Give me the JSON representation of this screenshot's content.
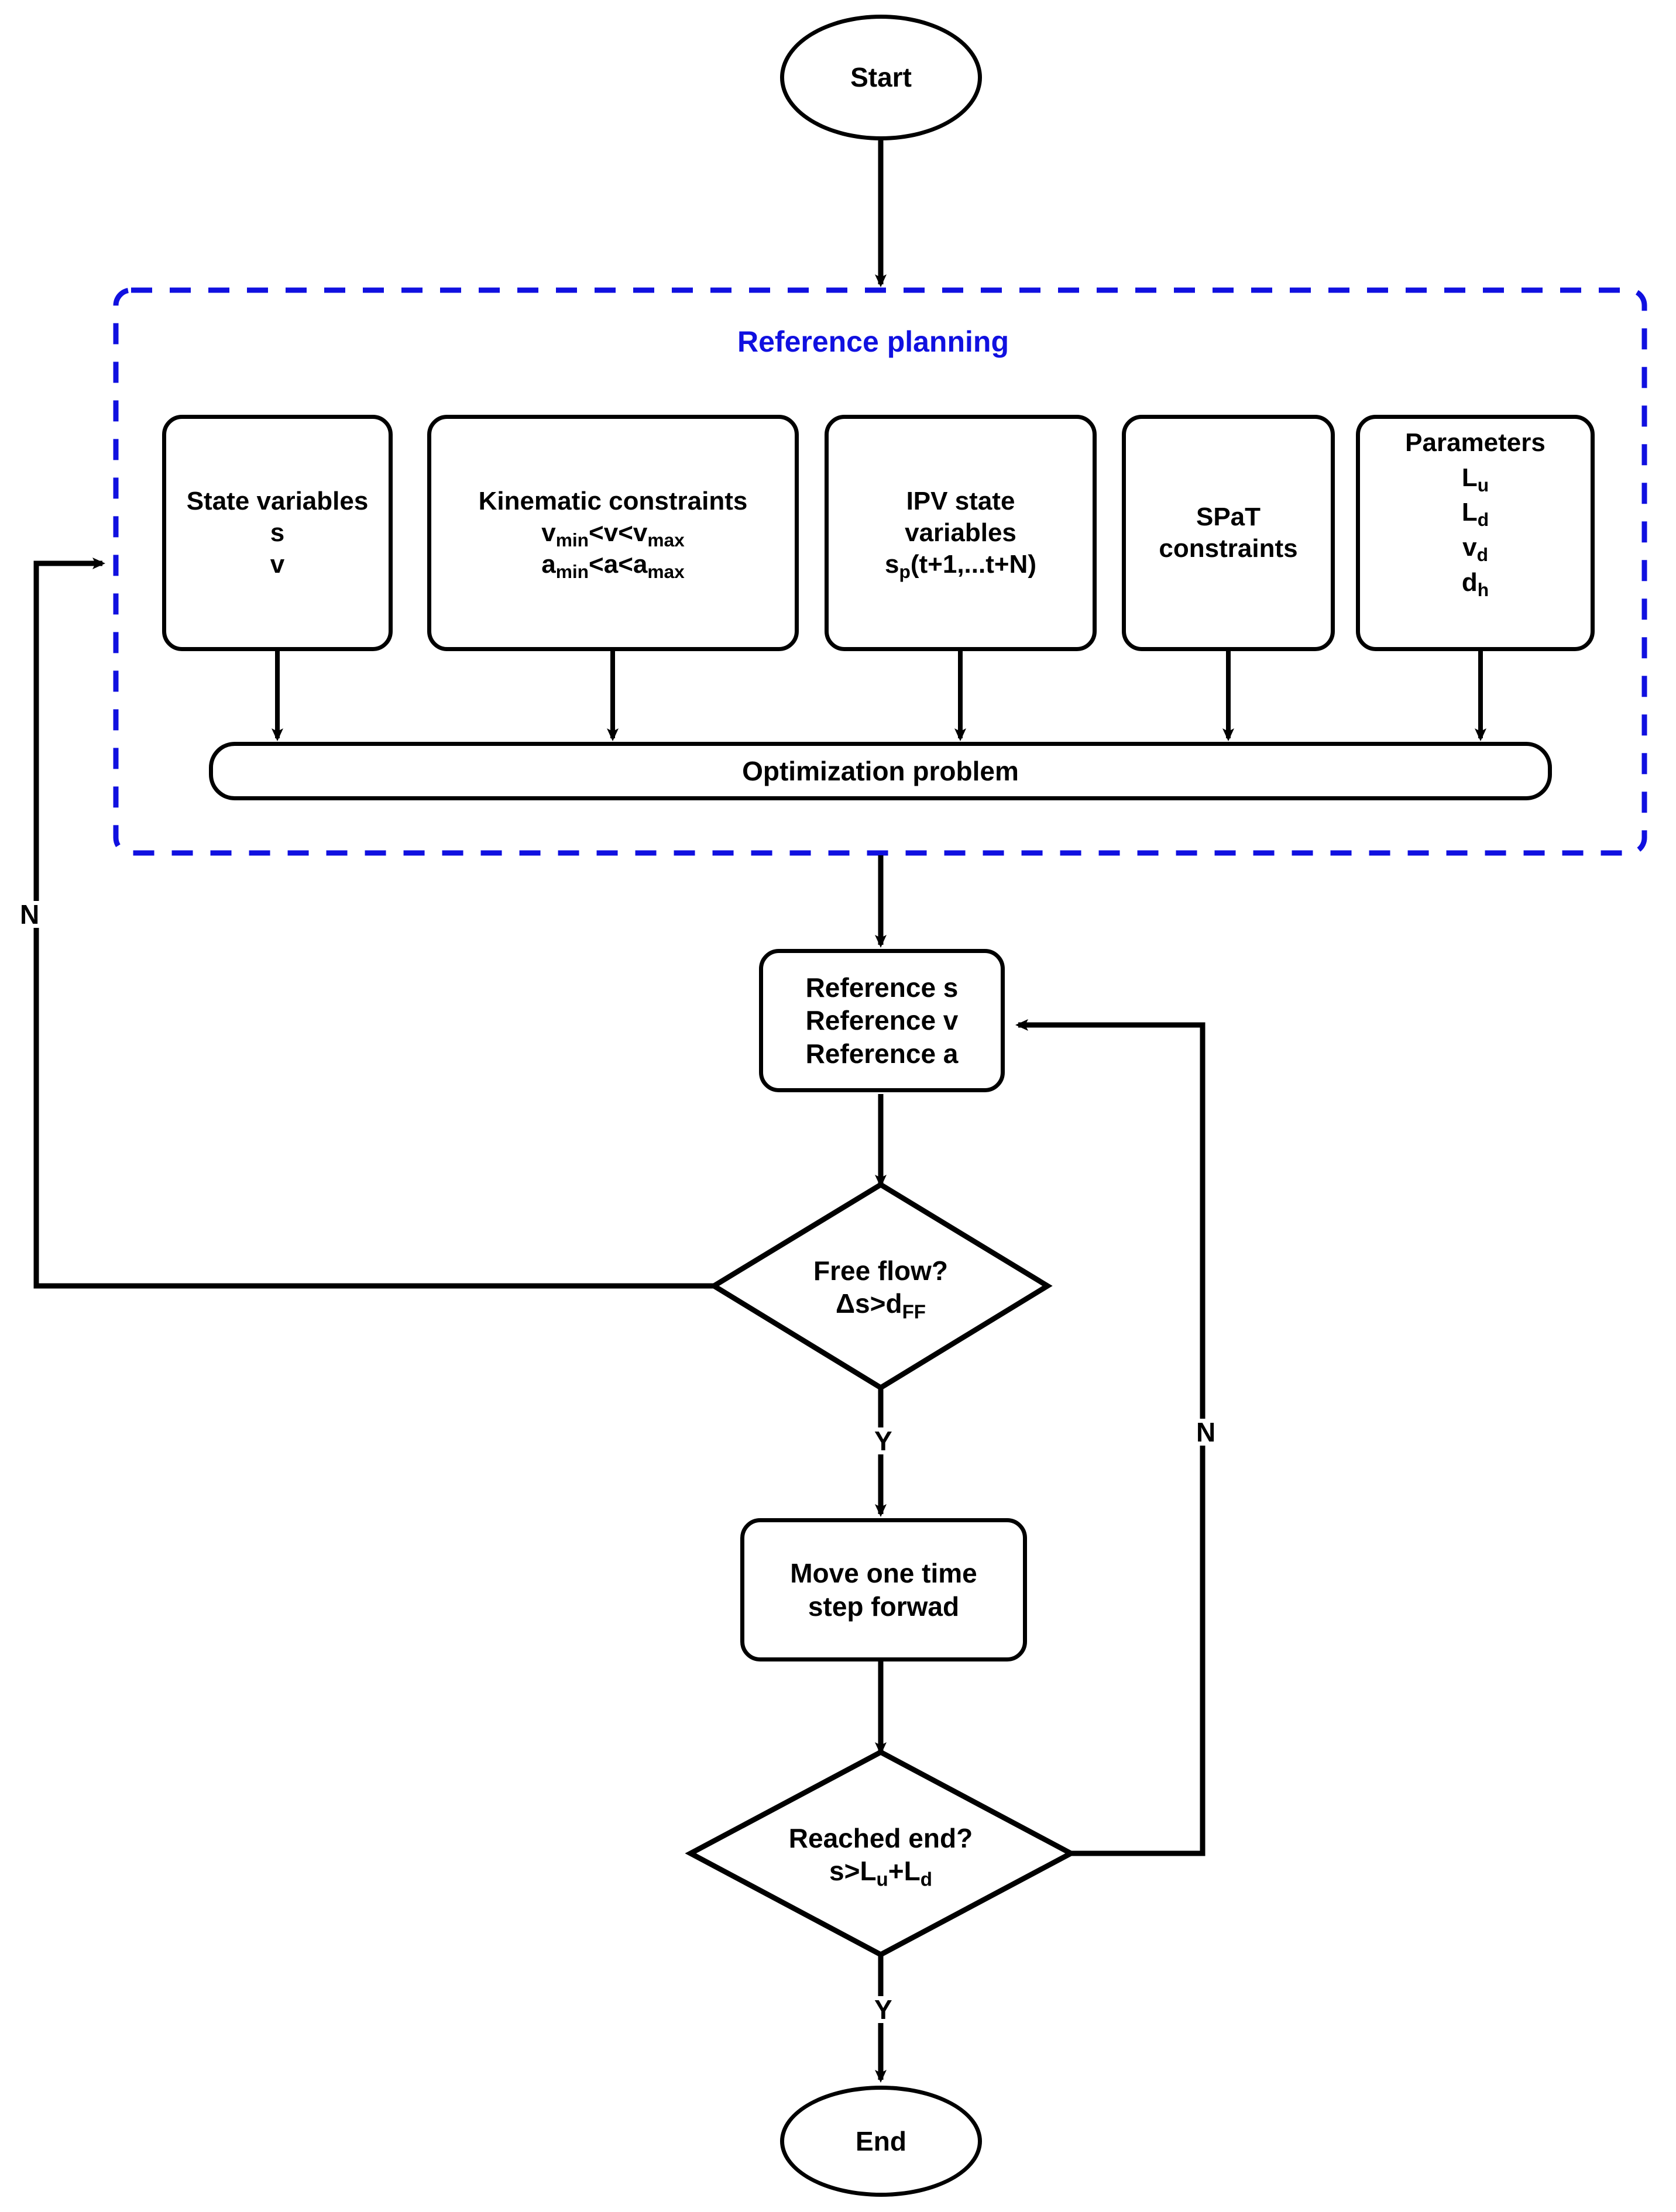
{
  "diagram": {
    "title": "Reference planning flowchart",
    "type": "flowchart",
    "colors": {
      "stroke": "#000000",
      "background": "#ffffff",
      "group_accent": "#1010E0"
    },
    "group": {
      "label": "Reference planning",
      "border_style": "dashed",
      "border_color": "#1010E0"
    },
    "nodes": {
      "start": {
        "label": "Start",
        "shape": "ellipse"
      },
      "state_variables": {
        "shape": "rounded-rect",
        "lines": [
          "State variables",
          "s",
          "v"
        ]
      },
      "kinematic_constraints": {
        "shape": "rounded-rect",
        "line1": "Kinematic constraints",
        "line2_base": "v",
        "line2_sub1": "min",
        "line2_mid": "<v<v",
        "line2_sub2": "max",
        "line3_base": "a",
        "line3_sub1": "min",
        "line3_mid": "<a<a",
        "line3_sub2": "max"
      },
      "ipv_state_variables": {
        "shape": "rounded-rect",
        "line1": "IPV state",
        "line2": "variables",
        "line3_base": "s",
        "line3_sub": "p",
        "line3_rest": "(t+1,...t+N)"
      },
      "spat_constraints": {
        "shape": "rounded-rect",
        "line1": "SPaT",
        "line2": "constraints"
      },
      "parameters": {
        "shape": "rounded-rect",
        "title": "Parameters",
        "items": [
          {
            "base": "L",
            "sub": "u"
          },
          {
            "base": "L",
            "sub": "d"
          },
          {
            "base": "v",
            "sub": "d"
          },
          {
            "base": "d",
            "sub": "h"
          }
        ]
      },
      "optimization_problem": {
        "shape": "rounded-rect-wide",
        "label": "Optimization problem"
      },
      "reference_output": {
        "shape": "rounded-rect",
        "lines": [
          "Reference s",
          "Reference v",
          "Reference a"
        ]
      },
      "free_flow_decision": {
        "shape": "diamond",
        "line1": "Free flow?",
        "line2_pre": "Δs>d",
        "line2_sub": "FF"
      },
      "move_step": {
        "shape": "rounded-rect",
        "line1": "Move one time",
        "line2": "step forwad"
      },
      "reached_end_decision": {
        "shape": "diamond",
        "line1": "Reached end?",
        "line2_pre": "s>L",
        "line2_sub1": "u",
        "line2_mid": "+L",
        "line2_sub2": "d"
      },
      "end": {
        "label": "End",
        "shape": "ellipse"
      }
    },
    "edge_labels": {
      "free_flow_no": "N",
      "free_flow_yes": "Y",
      "reached_end_no": "N",
      "reached_end_yes": "Y"
    }
  }
}
